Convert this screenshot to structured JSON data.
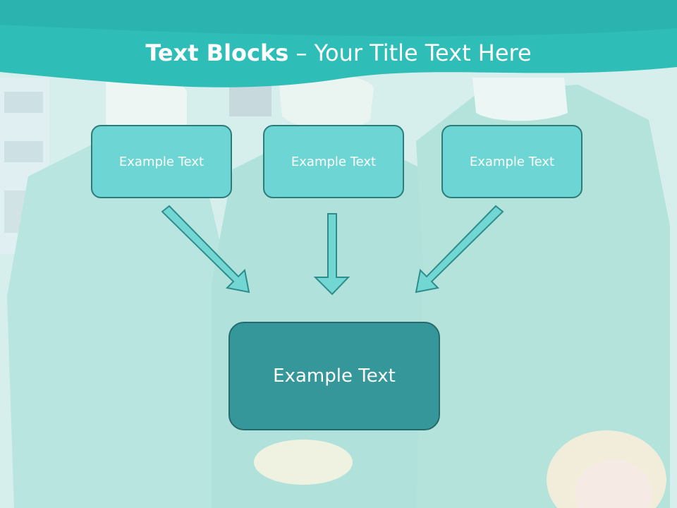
{
  "slide": {
    "title_bold": "Text Blocks",
    "title_rest": " – Your Title Text Here"
  },
  "blocks": [
    {
      "label": "Example Text"
    },
    {
      "label": "Example Text"
    },
    {
      "label": "Example Text"
    }
  ],
  "result_block": {
    "label": "Example Text"
  },
  "colors": {
    "band": "#2fbdb8",
    "box_fill": "#6dd5d3",
    "box_border": "#2c7c7b",
    "result_fill": "#35979a",
    "arrow_fill": "#72d7d3"
  },
  "background": {
    "icon": "surgeons-photo"
  }
}
